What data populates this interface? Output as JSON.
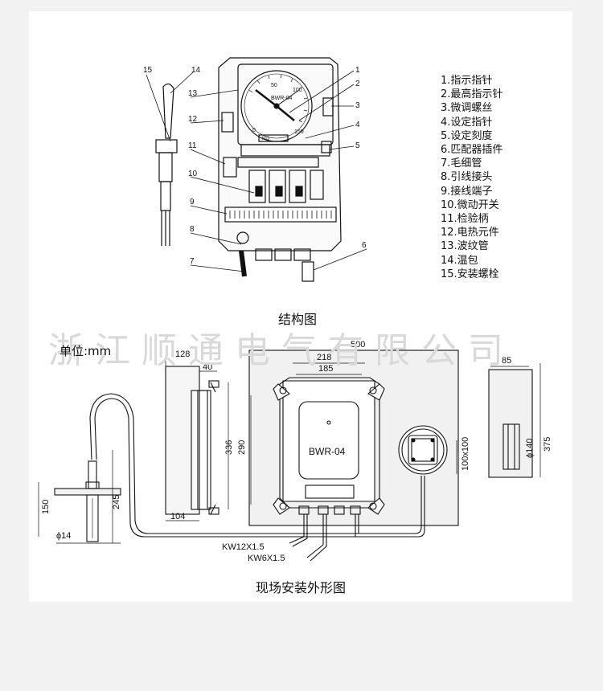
{
  "structure": {
    "title": "结构图",
    "meter_label": "BWR-04",
    "dial_numbers": [
      "50",
      "100",
      "0",
      "150"
    ],
    "no_label": "NO",
    "callouts": [
      "1",
      "2",
      "3",
      "4",
      "5",
      "6",
      "7",
      "8",
      "9",
      "10",
      "11",
      "12",
      "13",
      "14",
      "15"
    ],
    "legend": [
      "1.指示指针",
      "2.最高指示针",
      "3.微调螺丝",
      "4.设定指针",
      "5.设定刻度",
      "6.匹配器插件",
      "7.毛细管",
      "8.引线接头",
      "9.接线端子",
      "10.微动开关",
      "11.检验柄",
      "12.电热元件",
      "13.波纹管",
      "14.温包",
      "15.安装螺栓"
    ]
  },
  "installation": {
    "title": "现场安装外形图",
    "unit": "单位:mm",
    "watermark": "浙江顺通电气有限公司",
    "device_label": "BWR-04",
    "dims": {
      "d500": "500",
      "d218": "218",
      "d185": "185",
      "d128": "128",
      "d40": "40",
      "d336": "336",
      "d290": "290",
      "d104": "104",
      "d245": "245",
      "d150": "150",
      "d14": "ϕ14",
      "d85": "85",
      "d140": "ϕ140",
      "d375": "375",
      "d100x100": "100x100"
    },
    "cables": [
      "KW12X1.5",
      "KW6X1.5"
    ]
  }
}
